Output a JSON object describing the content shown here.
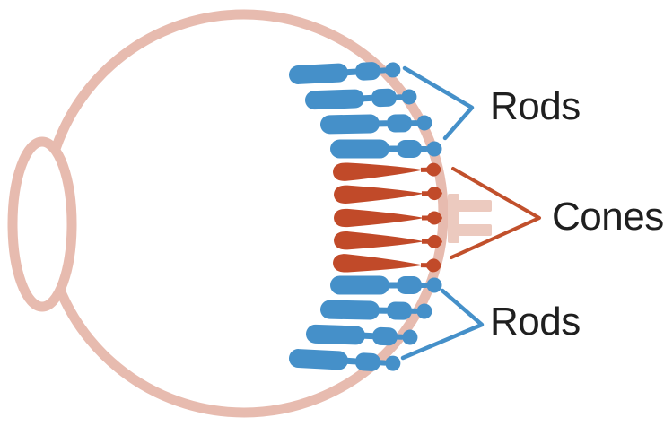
{
  "diagram": {
    "type": "eye-cross-section-rods-and-cones",
    "background": "#ffffff",
    "labels": {
      "rods_top": "Rods",
      "cones": "Cones",
      "rods_bottom": "Rods"
    },
    "colors": {
      "eye_outline": "#e7bbaf",
      "lens_outline": "#e7bbaf",
      "fovea_marker": "#eccabf",
      "rod_fill": "#4590c9",
      "cone_fill": "#c14a29",
      "rod_leader": "#4590c9",
      "cone_leader": "#c1502c",
      "label_text": "#1f1f1f"
    },
    "structure": {
      "rod_groups": [
        {
          "position": "top",
          "count": 4
        },
        {
          "position": "bottom",
          "count": 4
        }
      ],
      "cone_group": {
        "position": "middle",
        "count": 5
      }
    }
  }
}
